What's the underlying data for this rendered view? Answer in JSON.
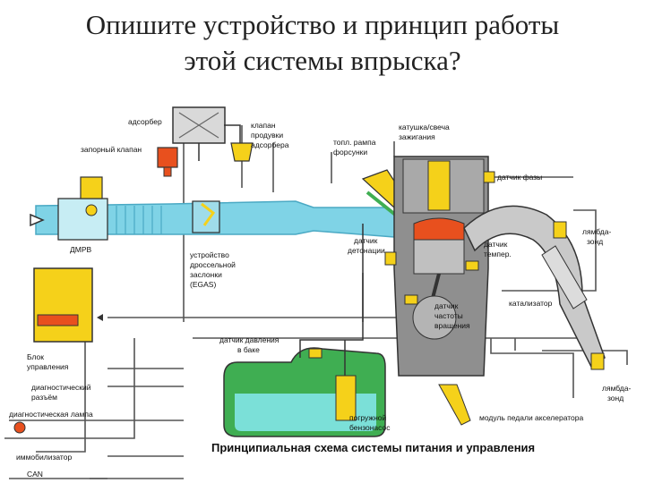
{
  "slide": {
    "title_line1": "Опишите устройство и принцип работы",
    "title_line2": "этой системы впрыска?"
  },
  "diagram": {
    "caption": "Принципиальная схема системы питания и управления",
    "labels": {
      "adsorber": "адсорбер",
      "shutoff_valve": "запорный клапан",
      "purge_valve_1": "клапан",
      "purge_valve_2": "продувки",
      "purge_valve_3": "адсорбера",
      "fuel_rail_1": "топл. рампа",
      "fuel_rail_2": "форсунки",
      "coil_1": "катушка/свеча",
      "coil_2": "зажигания",
      "phase_sensor": "датчик фазы",
      "maf": "ДМРВ",
      "throttle_1": "устройство",
      "throttle_2": "дроссельной",
      "throttle_3": "заслонки",
      "throttle_4": "(EGAS)",
      "knock_1": "датчик",
      "knock_2": "детонации",
      "temp_1": "датчик",
      "temp_2": "темпер.",
      "lambda1_1": "лямбда-",
      "lambda1_2": "зонд",
      "catalyst": "катализатор",
      "speed_1": "датчик",
      "speed_2": "частоты",
      "speed_3": "вращения",
      "pressure_1": "датчик давления",
      "pressure_2": "в баке",
      "ecu_1": "Блок",
      "ecu_2": "управления",
      "diag_conn_1": "диагностический",
      "diag_conn_2": "разъём",
      "diag_lamp": "диагностическая лампа",
      "immobilizer": "иммобилизатор",
      "can": "CAN",
      "pump_1": "погружной",
      "pump_2": "бензонасос",
      "pedal": "модуль педали акселератора",
      "lambda2_1": "лямбда-",
      "lambda2_2": "зонд"
    }
  },
  "colors": {
    "intake": "#7fd3e6",
    "intake_dark": "#4aa9c4",
    "yellow": "#f5d11a",
    "orange": "#e8501e",
    "tank": "#3fae52",
    "tank_fuel": "#7be0d8",
    "engine": "#8f8f8f",
    "exhaust": "#c9c9c9",
    "wire": "#555555"
  }
}
